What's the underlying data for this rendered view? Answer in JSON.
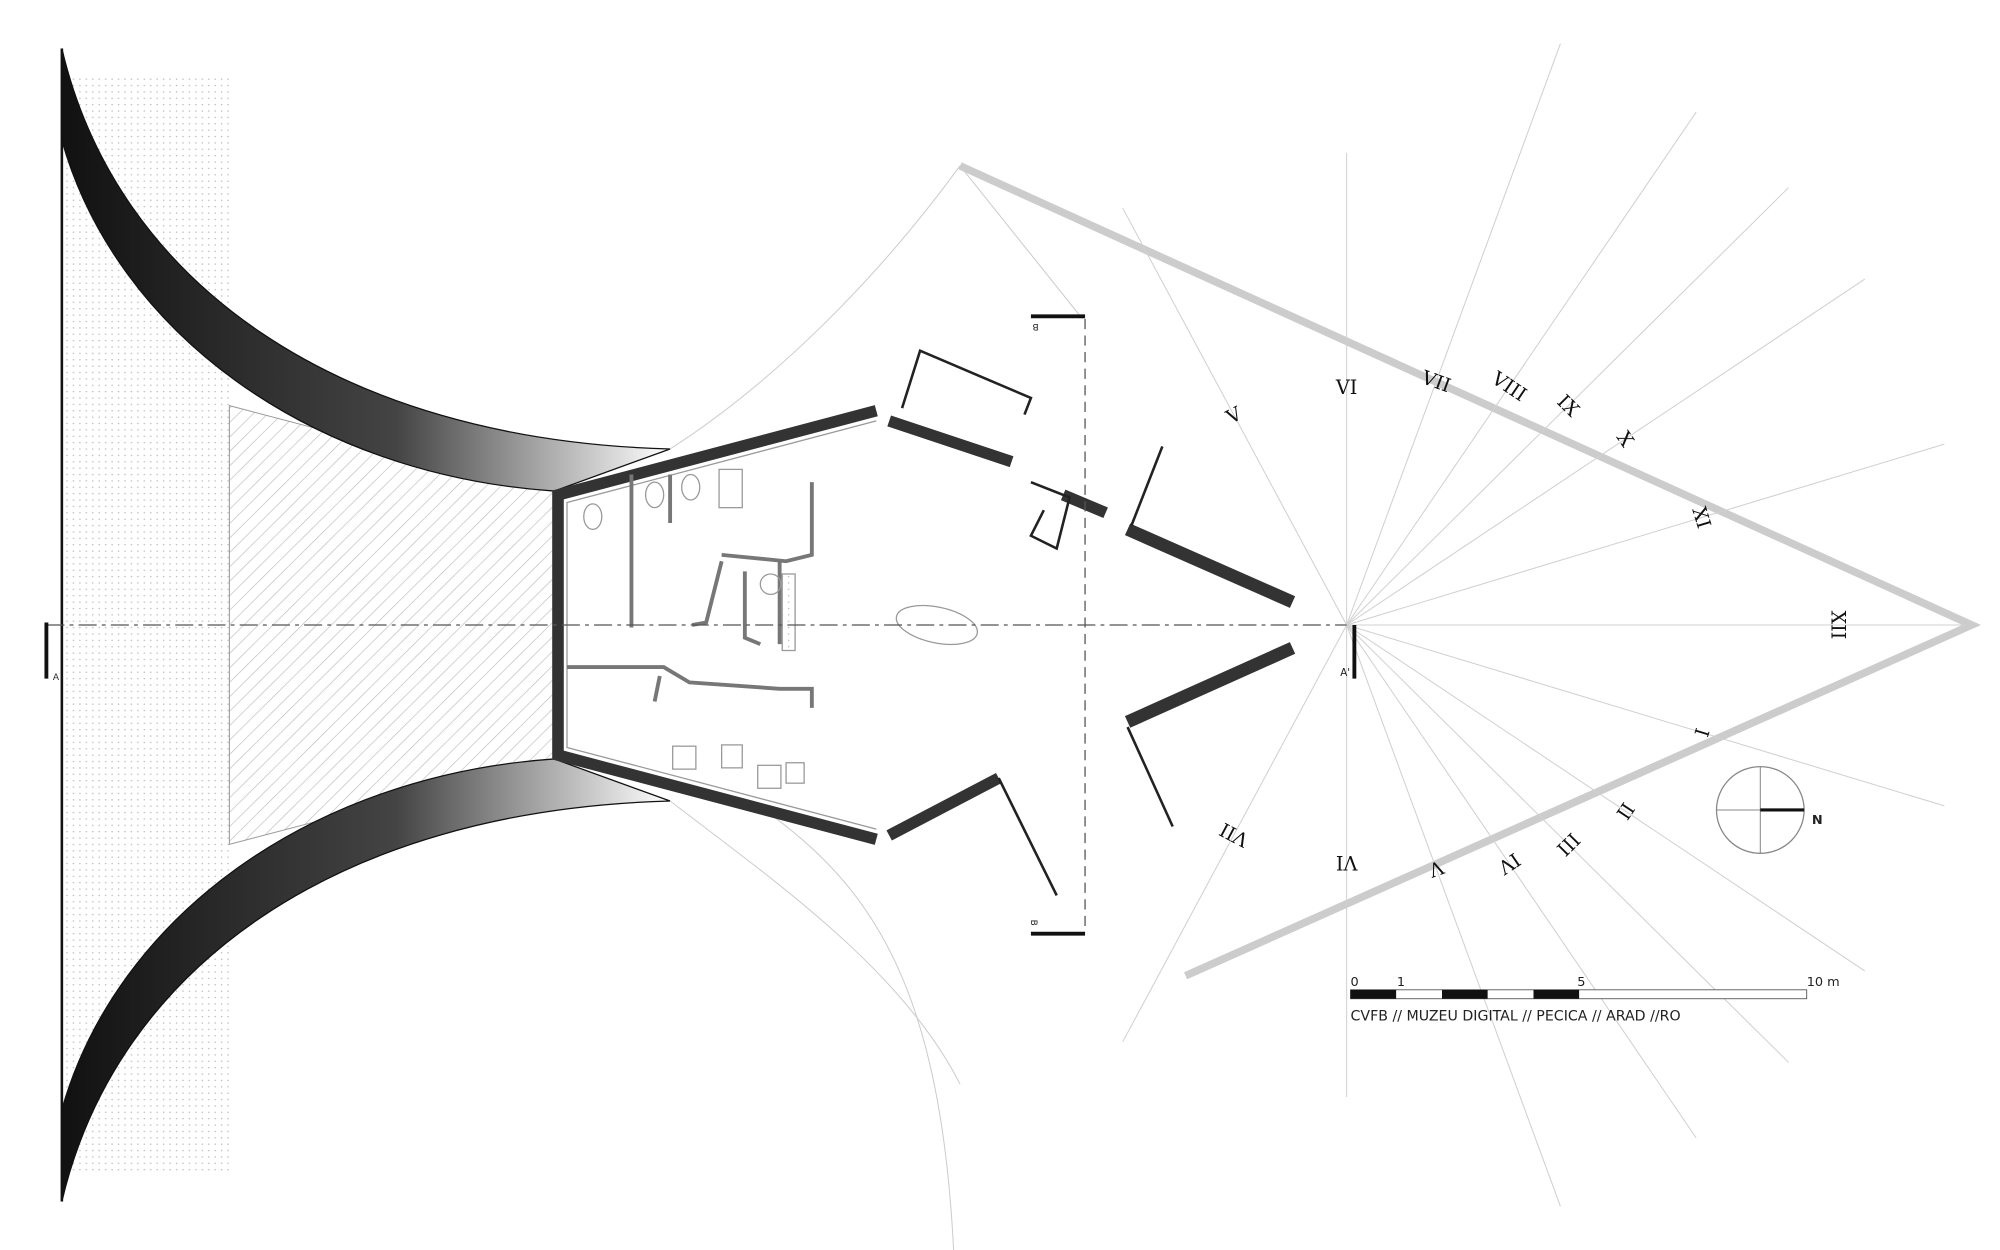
{
  "sections": {
    "a_left": "A",
    "a_right": "A'",
    "b_top": "B",
    "b_bottom": "B"
  },
  "sundial": {
    "hours": [
      {
        "label": "V",
        "angle": -118
      },
      {
        "label": "VI",
        "angle": -90
      },
      {
        "label": "VII",
        "angle": -70
      },
      {
        "label": "VIII",
        "angle": -56
      },
      {
        "label": "IX",
        "angle": -45
      },
      {
        "label": "X",
        "angle": -34
      },
      {
        "label": "XI",
        "angle": -17
      },
      {
        "label": "XII",
        "angle": 0
      },
      {
        "label": "I",
        "angle": 17
      },
      {
        "label": "II",
        "angle": 34
      },
      {
        "label": "III",
        "angle": 45
      },
      {
        "label": "IV",
        "angle": 56
      },
      {
        "label": "V",
        "angle": 70
      },
      {
        "label": "VI",
        "angle": 90
      },
      {
        "label": "VII",
        "angle": 118
      }
    ]
  },
  "north": {
    "label": "N"
  },
  "scale": {
    "ticks": [
      "0",
      "1",
      "5",
      "10 m"
    ],
    "caption": "CVFB // MUZEU DIGITAL // PECICA // ARAD //RO"
  },
  "colors": {
    "wall": "#333333",
    "line": "#c8c8c8"
  }
}
